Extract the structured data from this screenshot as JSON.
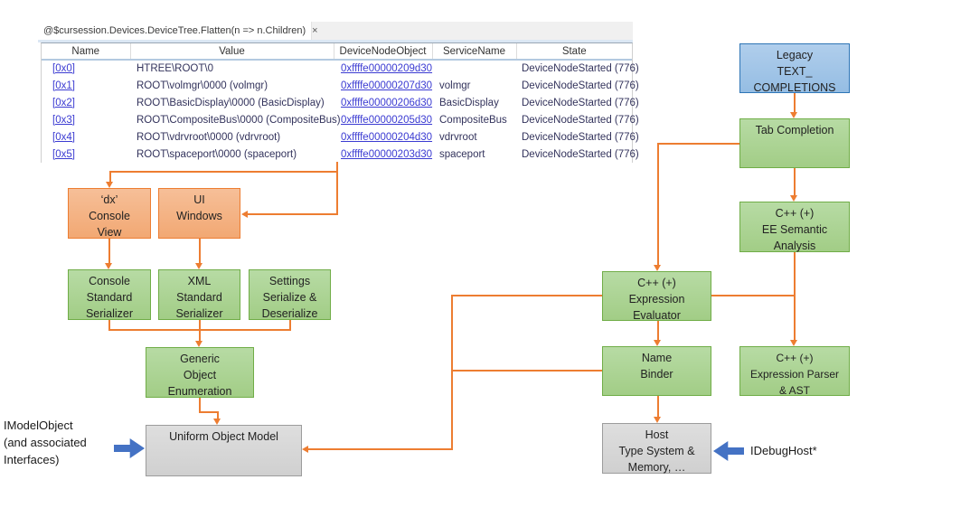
{
  "colors": {
    "connector_orange": "#ED7D31",
    "box_green_fill": "#A9D18E",
    "box_green_border": "#70AD47",
    "box_salmon_fill": "#F4B183",
    "box_salmon_border": "#ED7D31",
    "box_blue_fill": "#9DC3E6",
    "box_blue_border": "#2E75B6",
    "box_gray_fill": "#D9D9D9",
    "block_arrow_blue": "#4472C4",
    "table_link_blue": "#3B3BD2",
    "table_text_navy": "#33335C"
  },
  "tab": {
    "title": "@$cursession.Devices.DeviceTree.Flatten(n => n.Children)",
    "close": "×"
  },
  "table": {
    "headers": [
      "Name",
      "Value",
      "DeviceNodeObject",
      "ServiceName",
      "State"
    ],
    "rows": [
      {
        "name": "[0x0]",
        "value": "HTREE\\ROOT\\0",
        "device_node_object": "0xffffe00000209d30",
        "service_name": "",
        "state": "DeviceNodeStarted (776)"
      },
      {
        "name": "[0x1]",
        "value": "ROOT\\volmgr\\0000 (volmgr)",
        "device_node_object": "0xffffe00000207d30",
        "service_name": "volmgr",
        "state": "DeviceNodeStarted (776)"
      },
      {
        "name": "[0x2]",
        "value": "ROOT\\BasicDisplay\\0000 (BasicDisplay)",
        "device_node_object": "0xffffe00000206d30",
        "service_name": "BasicDisplay",
        "state": "DeviceNodeStarted (776)"
      },
      {
        "name": "[0x3]",
        "value": "ROOT\\CompositeBus\\0000 (CompositeBus)",
        "device_node_object": "0xffffe00000205d30",
        "service_name": "CompositeBus",
        "state": "DeviceNodeStarted (776)"
      },
      {
        "name": "[0x4]",
        "value": "ROOT\\vdrvroot\\0000 (vdrvroot)",
        "device_node_object": "0xffffe00000204d30",
        "service_name": "vdrvroot",
        "state": "DeviceNodeStarted (776)"
      },
      {
        "name": "[0x5]",
        "value": "ROOT\\spaceport\\0000 (spaceport)",
        "device_node_object": "0xffffe00000203d30",
        "service_name": "spaceport",
        "state": "DeviceNodeStarted (776)"
      }
    ]
  },
  "boxes": {
    "legacy": {
      "label": "Legacy\nTEXT_\nCOMPLETIONS"
    },
    "tab_completion": {
      "label": "Tab Completion"
    },
    "ee_semantic": {
      "label": "C++ (+)\nEE Semantic\nAnalysis"
    },
    "expression_evaluator": {
      "label": "C++ (+)\nExpression\nEvaluator"
    },
    "name_binder": {
      "label": "Name\nBinder"
    },
    "expression_parser": {
      "label": "C++ (+)\nExpression Parser\n& AST"
    },
    "host": {
      "label": "Host\nType System &\nMemory, …"
    },
    "dx_console": {
      "label": "‘dx’\nConsole\nView"
    },
    "ui_windows": {
      "label": "UI\nWindows"
    },
    "console_serializer": {
      "label": "Console\nStandard\nSerializer"
    },
    "xml_serializer": {
      "label": "XML\nStandard\nSerializer"
    },
    "settings_serializer": {
      "label": "Settings\nSerialize &\nDeserialize"
    },
    "generic_enumeration": {
      "label": "Generic\nObject\nEnumeration"
    },
    "uniform_object_model": {
      "label": "Uniform Object Model"
    }
  },
  "labels": {
    "imodelobject": "IModelObject\n(and associated\nInterfaces)",
    "idebughost": "IDebugHost*"
  }
}
